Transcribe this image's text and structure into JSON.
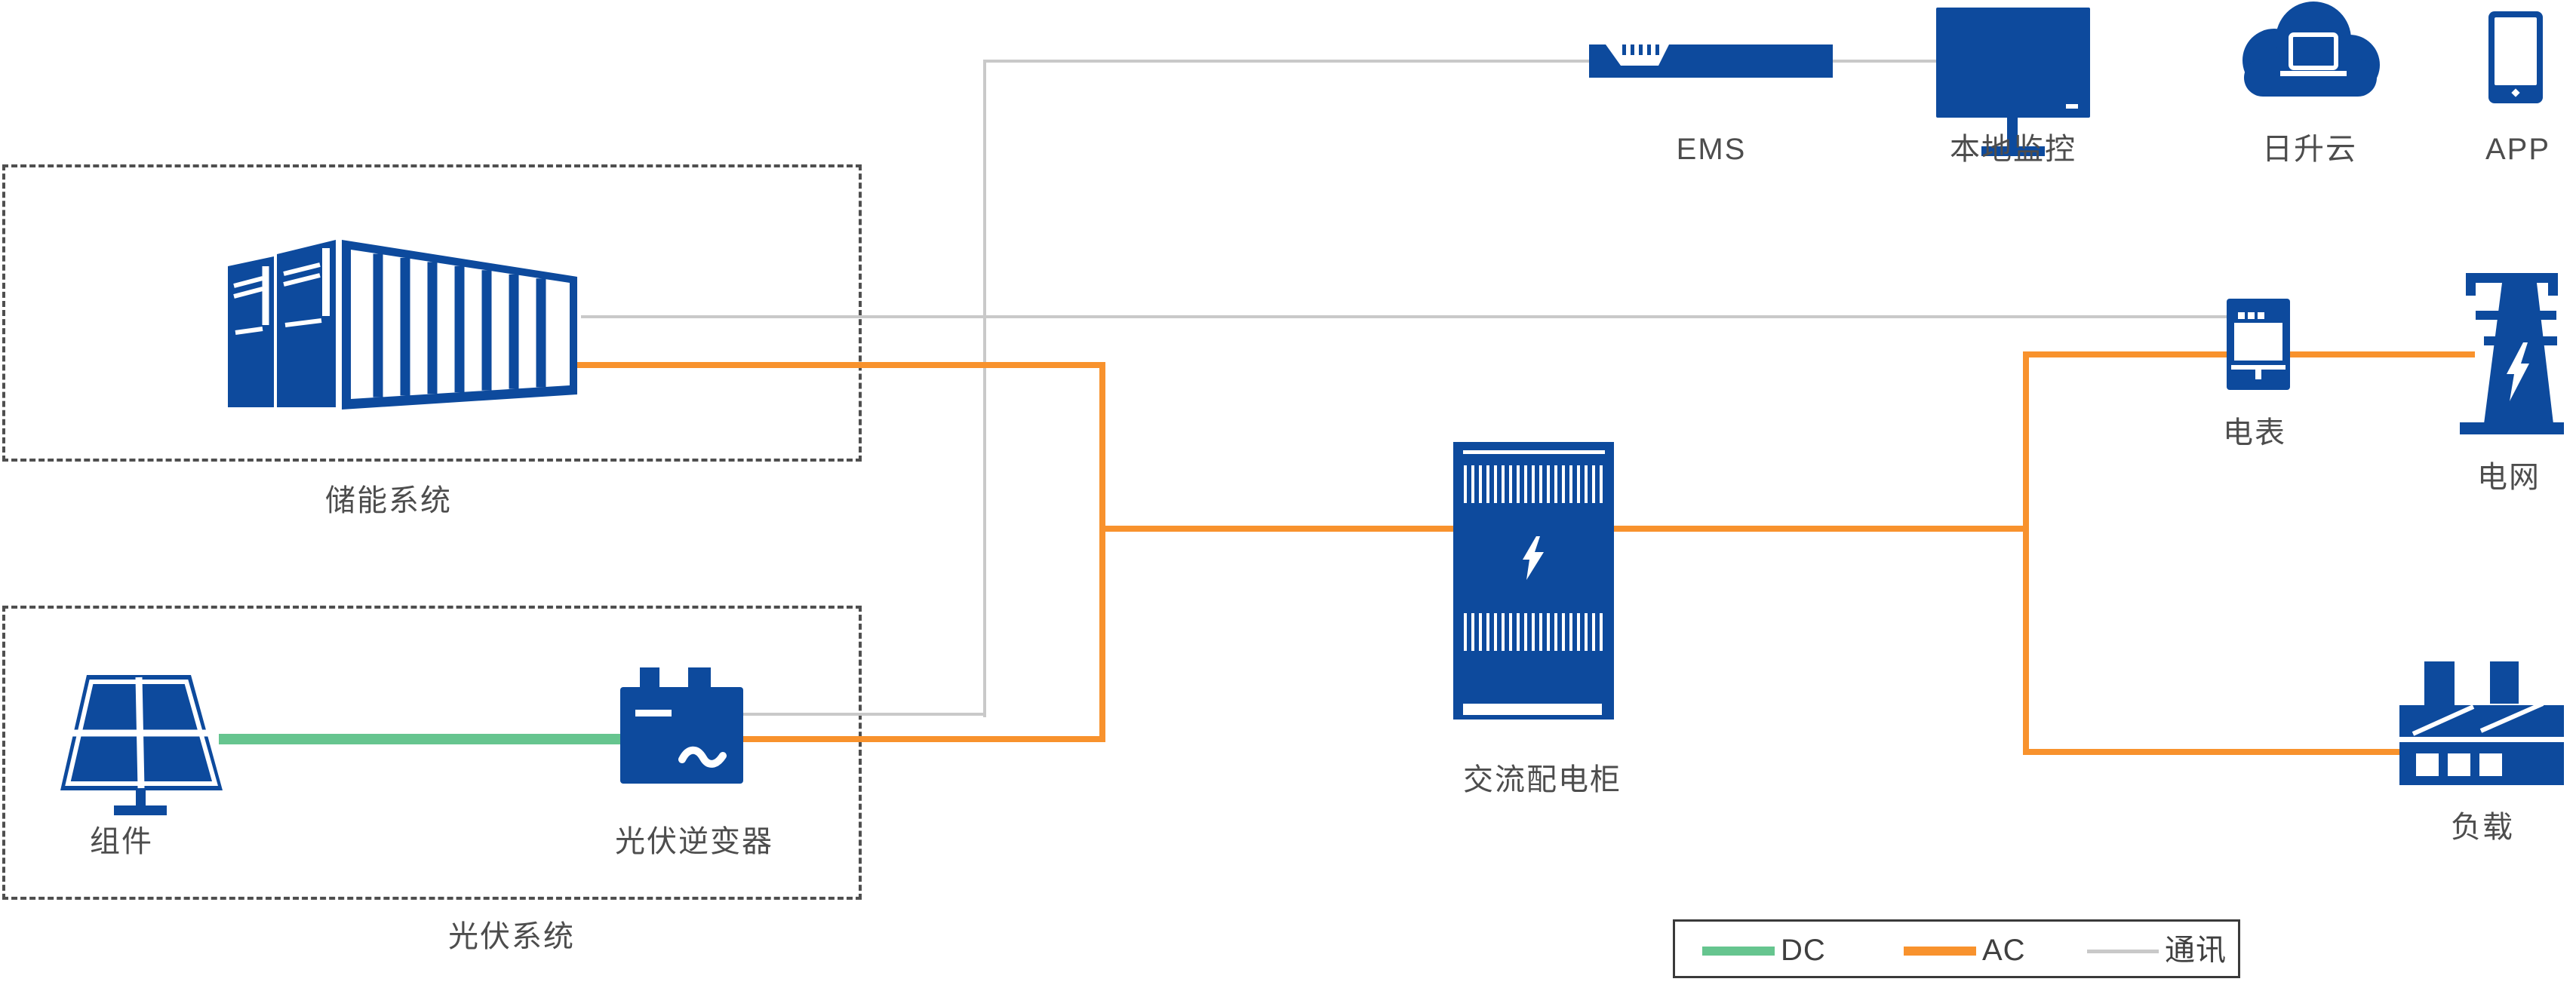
{
  "nodes": {
    "ems": {
      "label": "EMS"
    },
    "local_monitor": {
      "label": "本地监控"
    },
    "cloud": {
      "label": "日升云"
    },
    "app": {
      "label": "APP"
    },
    "storage_group": {
      "label": "储能系统"
    },
    "module": {
      "label": "组件"
    },
    "inverter": {
      "label": "光伏逆变器"
    },
    "pv_group": {
      "label": "光伏系统"
    },
    "ac_cabinet": {
      "label": "交流配电柜"
    },
    "meter": {
      "label": "电表"
    },
    "grid": {
      "label": "电网"
    },
    "load": {
      "label": "负载"
    }
  },
  "legend": {
    "dc": "DC",
    "ac": "AC",
    "comm": "通讯"
  },
  "edges": [
    {
      "from": "组件",
      "to": "光伏逆变器",
      "type": "DC"
    },
    {
      "from": "储能系统",
      "to": "交流配电柜",
      "type": "AC"
    },
    {
      "from": "光伏逆变器",
      "to": "交流配电柜",
      "type": "AC"
    },
    {
      "from": "交流配电柜",
      "to": "电表",
      "type": "AC"
    },
    {
      "from": "电表",
      "to": "电网",
      "type": "AC"
    },
    {
      "from": "交流配电柜",
      "to": "负载",
      "type": "AC"
    },
    {
      "from": "储能系统",
      "to": "EMS",
      "type": "通讯"
    },
    {
      "from": "光伏逆变器",
      "to": "EMS",
      "type": "通讯"
    },
    {
      "from": "储能系统",
      "to": "电表",
      "type": "通讯"
    },
    {
      "from": "EMS",
      "to": "本地监控",
      "type": "通讯"
    }
  ],
  "colors": {
    "blue": "#0D4A9D",
    "orange": "#F8922D",
    "green": "#66C58F",
    "comm": "#C9C9C9",
    "dash": "#4F4F4F",
    "label": "#4D4D4D",
    "legend_border": "#3A3A3A"
  }
}
